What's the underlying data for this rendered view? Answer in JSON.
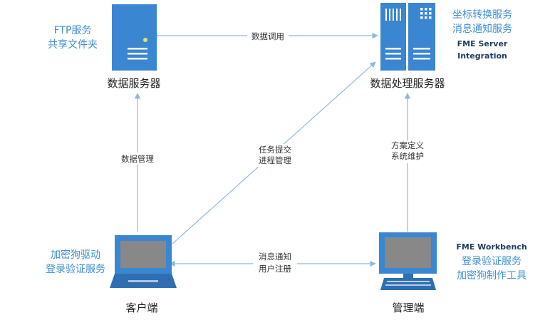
{
  "nodes": {
    "data_server": {
      "label": "数据服务器"
    },
    "processing_server": {
      "label": "数据处理服务器"
    },
    "client": {
      "label": "客户端"
    },
    "admin": {
      "label": "管理端"
    }
  },
  "edges": {
    "data_call": {
      "label": "数据调用"
    },
    "data_manage": {
      "label": "数据管理"
    },
    "task_submit": {
      "lines": [
        "任务提交",
        "进程管理"
      ]
    },
    "scheme_define": {
      "lines": [
        "方案定义",
        "系统维护"
      ]
    },
    "msg_register": {
      "lines": [
        "消息通知",
        "用户注册"
      ]
    }
  },
  "notes": {
    "data_server": {
      "lines": [
        "FTP服务",
        "共享文件夹"
      ]
    },
    "processing_server": {
      "lines": [
        "坐标转换服务",
        "消息通知服务"
      ],
      "bold_lines": [
        "FME Server",
        "Integration"
      ]
    },
    "client": {
      "lines": [
        "加密狗驱动",
        "登录验证服务"
      ]
    },
    "admin": {
      "bold_lines": [
        "FME Workbench"
      ],
      "lines": [
        "登录验证服务",
        "加密狗制作工具"
      ]
    }
  },
  "colors": {
    "icon_blue": "#3b86d1",
    "icon_dark": "#2f6fb1",
    "edge": "#8fb8e3",
    "note_text": "#3f8fd6",
    "note_bold": "#1f3a5f"
  }
}
